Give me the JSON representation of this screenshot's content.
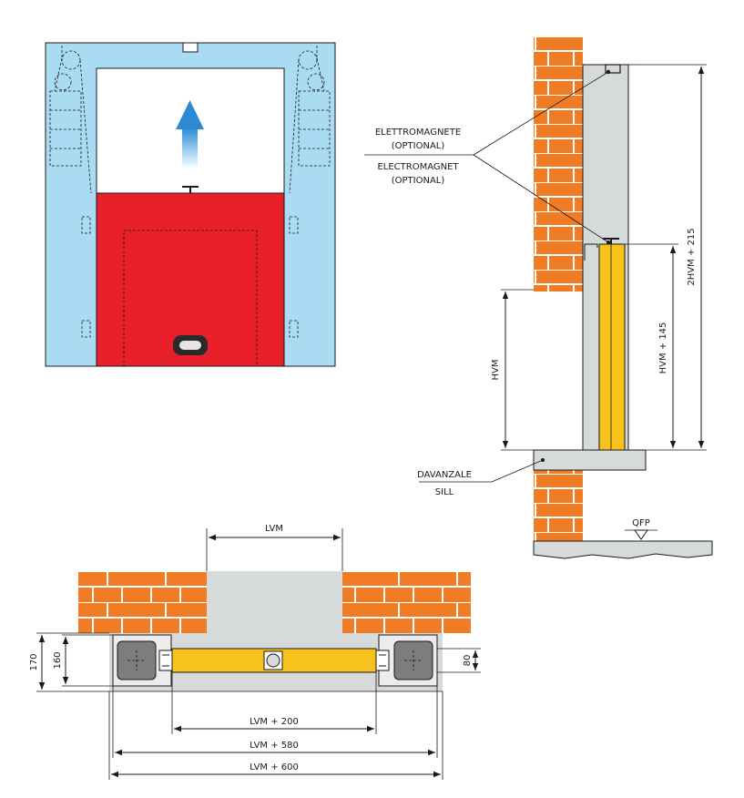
{
  "labels": {
    "elettromagnete": "ELETTROMAGNETE",
    "optional_it": "(OPTIONAL)",
    "electromagnet": "ELECTROMAGNET",
    "optional_en": "(OPTIONAL)",
    "davanzale": "DAVANZALE",
    "sill": "SILL",
    "qfp": "QFP"
  },
  "dimensions": {
    "hvm": "HVM",
    "hvm_145": "HVM + 145",
    "hvm2_215": "2HVM + 215",
    "lvm": "LVM",
    "lvm_200": "LVM + 200",
    "lvm_580": "LVM + 580",
    "lvm_600": "LVM + 600",
    "d170": "170",
    "d160": "160",
    "d80": "80"
  },
  "colors": {
    "brick": "#f07c26",
    "frame_blue": "#a9dcf3",
    "panel_red": "#e8202a",
    "panel_yellow": "#f7c21b",
    "arrow_blue": "#3a97d6",
    "wall_grey": "#d7dadb",
    "motor_grey": "#7d7d7d"
  }
}
